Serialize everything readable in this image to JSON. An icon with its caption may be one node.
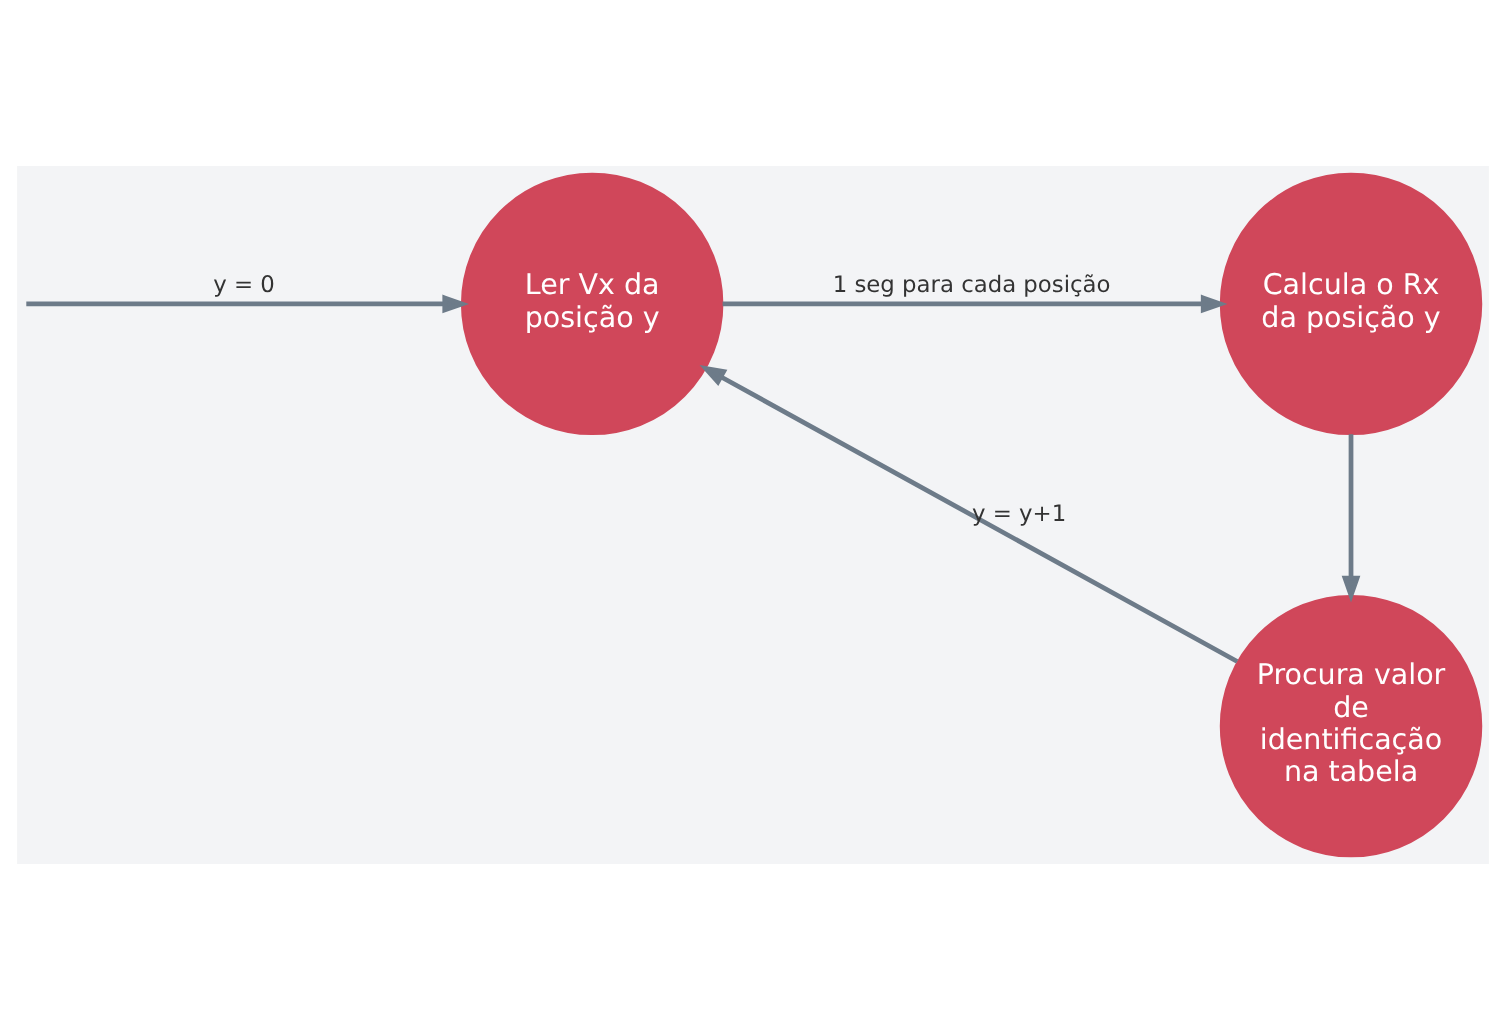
{
  "diagram": {
    "nodes": [
      {
        "text": [
          "Ler Vx da posição y"
        ]
      },
      {
        "text": [
          "Calcula o Rx da posição y"
        ]
      },
      {
        "text": [
          "Procura valor de identificação na tabela"
        ]
      }
    ],
    "edges": [
      {
        "from": null,
        "to": 0,
        "arrow": "to",
        "label": "y = 0"
      },
      {
        "from": 0,
        "to": 1,
        "arrow": "to",
        "label": "1 seg para cada posição"
      },
      {
        "from": 1,
        "to": 2,
        "arrow": "to"
      },
      {
        "from": 2,
        "to": 0,
        "arrow": "to",
        "label": "y = y+1"
      }
    ]
  }
}
